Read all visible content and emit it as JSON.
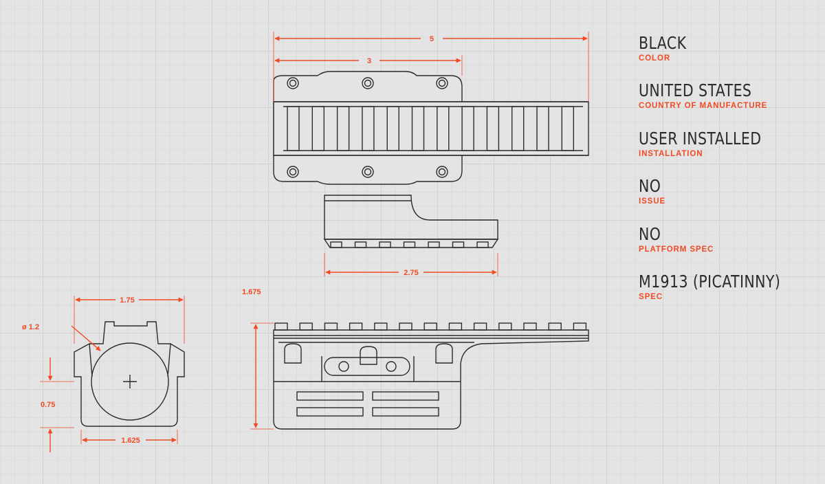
{
  "colors": {
    "accent": "#f04a24",
    "line": "#2b2b2b",
    "background": "#e4e4e4",
    "grid": "#d2d2d2"
  },
  "dimensions": {
    "top_overall_length": "5",
    "top_base_length": "3",
    "side_rail_length": "2.75",
    "front_width": "1.75",
    "front_ring_diameter": "ø 1.2",
    "front_center_height": "0.75",
    "front_base_width": "1.625",
    "side_height": "1.675"
  },
  "specs": [
    {
      "value": "BLACK",
      "label": "COLOR"
    },
    {
      "value": "UNITED STATES",
      "label": "COUNTRY OF MANUFACTURE"
    },
    {
      "value": "USER INSTALLED",
      "label": "INSTALLATION"
    },
    {
      "value": "NO",
      "label": "ISSUE"
    },
    {
      "value": "NO",
      "label": "PLATFORM SPEC"
    },
    {
      "value": "M1913 (PICATINNY)",
      "label": "SPEC"
    }
  ]
}
